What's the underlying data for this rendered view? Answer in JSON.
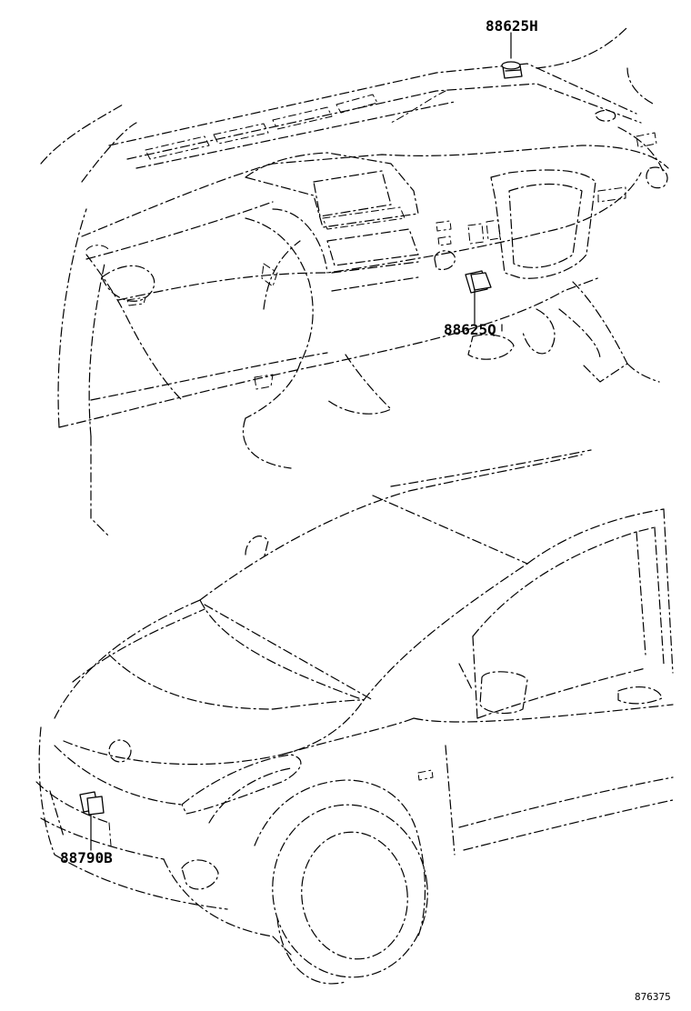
{
  "parts": {
    "horn_upper": "88625H",
    "switch_center": "88625Q",
    "sensor_front": "88790B"
  },
  "figure_id": "876375"
}
